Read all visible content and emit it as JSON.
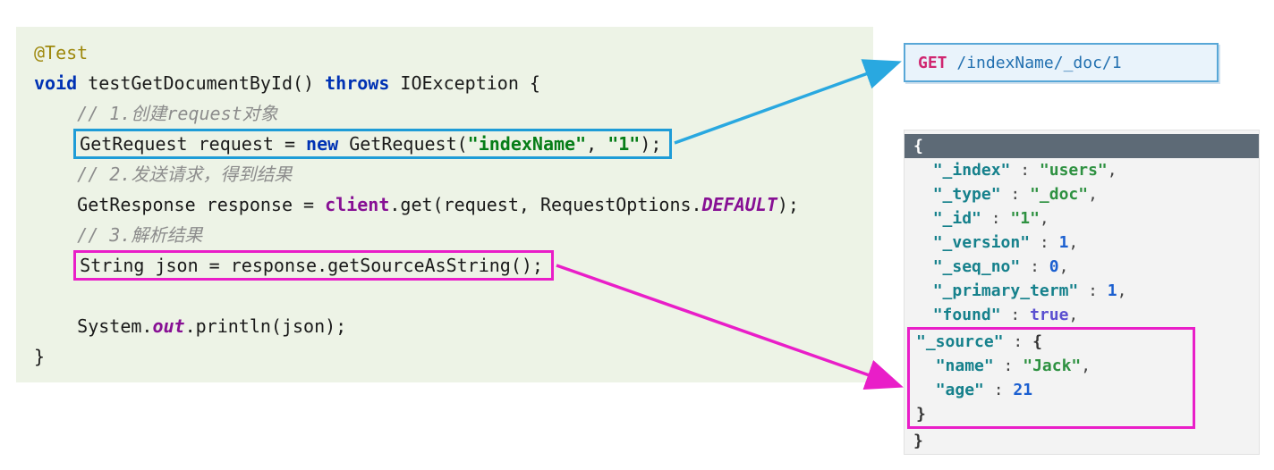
{
  "request_box": {
    "method": "GET ",
    "path": "/indexName/_doc/1"
  },
  "code_panel": {
    "lines": [
      {
        "tokens": [
          {
            "t": "@Test",
            "c": "ann"
          }
        ]
      },
      {
        "tokens": [
          {
            "t": "void",
            "c": "kw"
          },
          {
            "t": " testGetDocumentById() ",
            "c": "pl"
          },
          {
            "t": "throws",
            "c": "kw"
          },
          {
            "t": " IOException {",
            "c": "pl"
          }
        ]
      },
      {
        "indent": "    ",
        "tokens": [
          {
            "t": "// 1.创建request对象",
            "c": "cm"
          }
        ]
      },
      {
        "indent": "    ",
        "box": "blue",
        "tokens": [
          {
            "t": "GetRequest request = ",
            "c": "pl"
          },
          {
            "t": "new",
            "c": "kw"
          },
          {
            "t": " GetRequest(",
            "c": "pl"
          },
          {
            "t": "\"indexName\"",
            "c": "str"
          },
          {
            "t": ", ",
            "c": "pl"
          },
          {
            "t": "\"1\"",
            "c": "str"
          },
          {
            "t": ");",
            "c": "pl"
          }
        ]
      },
      {
        "indent": "    ",
        "tokens": [
          {
            "t": "// 2.发送请求，得到结果",
            "c": "cm"
          }
        ]
      },
      {
        "indent": "    ",
        "tokens": [
          {
            "t": "GetResponse response = ",
            "c": "pl"
          },
          {
            "t": "client",
            "c": "fld"
          },
          {
            "t": ".get(request, RequestOptions.",
            "c": "pl"
          },
          {
            "t": "DEFAULT",
            "c": "stf"
          },
          {
            "t": ");",
            "c": "pl"
          }
        ]
      },
      {
        "indent": "    ",
        "tokens": [
          {
            "t": "// 3.解析结果",
            "c": "cm"
          }
        ]
      },
      {
        "indent": "    ",
        "box": "magenta",
        "tokens": [
          {
            "t": "String json = response.getSourceAsString();",
            "c": "pl"
          }
        ]
      },
      {
        "tokens": []
      },
      {
        "indent": "    ",
        "tokens": [
          {
            "t": "System.",
            "c": "pl"
          },
          {
            "t": "out",
            "c": "stf"
          },
          {
            "t": ".println(json);",
            "c": "pl"
          }
        ]
      },
      {
        "tokens": [
          {
            "t": "}",
            "c": "pl"
          }
        ]
      }
    ]
  },
  "json_panel": {
    "lines_top": [
      {
        "sel": true,
        "tokens": [
          {
            "t": "{",
            "c": "jpl"
          }
        ]
      },
      {
        "indent": "  ",
        "tokens": [
          {
            "t": "\"_index\"",
            "c": "key"
          },
          {
            "t": " : ",
            "c": "pu"
          },
          {
            "t": "\"users\"",
            "c": "jstr"
          },
          {
            "t": ",",
            "c": "pu"
          }
        ]
      },
      {
        "indent": "  ",
        "tokens": [
          {
            "t": "\"_type\"",
            "c": "key"
          },
          {
            "t": " : ",
            "c": "pu"
          },
          {
            "t": "\"_doc\"",
            "c": "jstr"
          },
          {
            "t": ",",
            "c": "pu"
          }
        ]
      },
      {
        "indent": "  ",
        "tokens": [
          {
            "t": "\"_id\"",
            "c": "key"
          },
          {
            "t": " : ",
            "c": "pu"
          },
          {
            "t": "\"1\"",
            "c": "jstr"
          },
          {
            "t": ",",
            "c": "pu"
          }
        ]
      },
      {
        "indent": "  ",
        "tokens": [
          {
            "t": "\"_version\"",
            "c": "key"
          },
          {
            "t": " : ",
            "c": "pu"
          },
          {
            "t": "1",
            "c": "num"
          },
          {
            "t": ",",
            "c": "pu"
          }
        ]
      },
      {
        "indent": "  ",
        "tokens": [
          {
            "t": "\"_seq_no\"",
            "c": "key"
          },
          {
            "t": " : ",
            "c": "pu"
          },
          {
            "t": "0",
            "c": "num"
          },
          {
            "t": ",",
            "c": "pu"
          }
        ]
      },
      {
        "indent": "  ",
        "tokens": [
          {
            "t": "\"_primary_term\"",
            "c": "key"
          },
          {
            "t": " : ",
            "c": "pu"
          },
          {
            "t": "1",
            "c": "num"
          },
          {
            "t": ",",
            "c": "pu"
          }
        ]
      },
      {
        "indent": "  ",
        "tokens": [
          {
            "t": "\"found\"",
            "c": "key"
          },
          {
            "t": " : ",
            "c": "pu"
          },
          {
            "t": "true",
            "c": "bool"
          },
          {
            "t": ",",
            "c": "pu"
          }
        ]
      }
    ],
    "lines_boxed": [
      {
        "tokens": [
          {
            "t": "\"_source\"",
            "c": "key"
          },
          {
            "t": " : ",
            "c": "pu"
          },
          {
            "t": "{",
            "c": "jpl"
          }
        ]
      },
      {
        "indent": "  ",
        "tokens": [
          {
            "t": "\"name\"",
            "c": "key"
          },
          {
            "t": " : ",
            "c": "pu"
          },
          {
            "t": "\"Jack\"",
            "c": "jstr"
          },
          {
            "t": ",",
            "c": "pu"
          }
        ]
      },
      {
        "indent": "  ",
        "tokens": [
          {
            "t": "\"age\"",
            "c": "key"
          },
          {
            "t": " : ",
            "c": "pu"
          },
          {
            "t": "21",
            "c": "num"
          }
        ]
      },
      {
        "tokens": [
          {
            "t": "}",
            "c": "jpl"
          }
        ]
      }
    ],
    "lines_bottom": [
      {
        "tokens": [
          {
            "t": "}",
            "c": "jpl"
          }
        ]
      }
    ]
  },
  "colors": {
    "code_bg": "#edf3e6",
    "keyword": "#0032b4",
    "annotation": "#9e880d",
    "comment": "#8c8c8c",
    "string": "#067d17",
    "field": "#871094",
    "json_bg": "#f3f3f3",
    "json_key": "#16818c",
    "json_string": "#2e9141",
    "json_number": "#1b5fd0",
    "json_bool": "#5a4fd0",
    "json_punct": "#444444",
    "selection_bg": "#5d6a76",
    "box_blue": "#1e9cd7",
    "box_magenta": "#e91ec8",
    "arrow_cyan": "#29a8e0",
    "arrow_magenta": "#e91ec8",
    "request_bg": "#e9f3fb",
    "request_border": "#58a7d7",
    "request_method": "#d02670",
    "request_path": "#2270b0"
  }
}
